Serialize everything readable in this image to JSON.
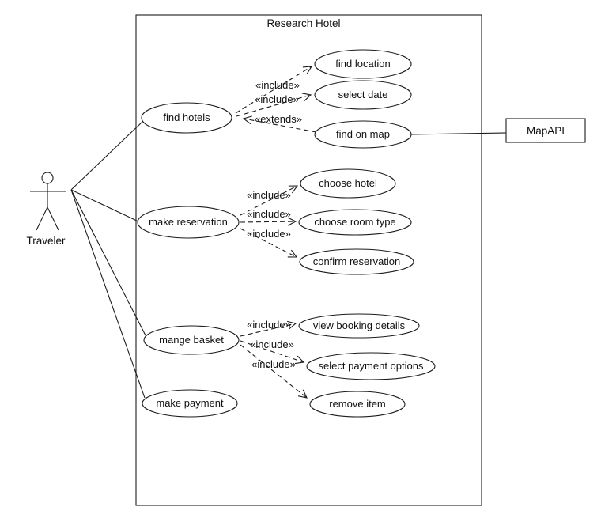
{
  "diagram": {
    "title": "Research Hotel",
    "actor": {
      "label": "Traveler"
    },
    "external_system": {
      "label": "MapAPI"
    },
    "colors": {
      "stroke": "#1c1c1c",
      "background": "#ffffff",
      "text": "#111111"
    },
    "use_cases": [
      {
        "id": "find-hotels",
        "label": "find hotels"
      },
      {
        "id": "find-location",
        "label": "find location"
      },
      {
        "id": "select-date",
        "label": "select date"
      },
      {
        "id": "find-on-map",
        "label": "find on map"
      },
      {
        "id": "make-reservation",
        "label": "make reservation"
      },
      {
        "id": "choose-hotel",
        "label": "choose hotel"
      },
      {
        "id": "choose-room-type",
        "label": "choose room type"
      },
      {
        "id": "confirm-reservation",
        "label": "confirm reservation"
      },
      {
        "id": "mange-basket",
        "label": "mange basket"
      },
      {
        "id": "make-payment",
        "label": "make payment"
      },
      {
        "id": "view-booking-details",
        "label": "view booking details"
      },
      {
        "id": "select-payment-options",
        "label": "select payment options"
      },
      {
        "id": "remove-item",
        "label": "remove item"
      }
    ],
    "relationships": [
      {
        "from": "find hotels",
        "to": "find location",
        "label": "«include»"
      },
      {
        "from": "find hotels",
        "to": "select date",
        "label": "«include»"
      },
      {
        "from": "find on map",
        "to": "find hotels",
        "label": "«extends»"
      },
      {
        "from": "make reservation",
        "to": "choose hotel",
        "label": "«include»"
      },
      {
        "from": "make reservation",
        "to": "choose room type",
        "label": "«include»"
      },
      {
        "from": "make reservation",
        "to": "confirm reservation",
        "label": "«include»"
      },
      {
        "from": "mange basket",
        "to": "view booking details",
        "label": "«include»"
      },
      {
        "from": "mange basket",
        "to": "select payment options",
        "label": "«include»"
      },
      {
        "from": "mange basket",
        "to": "remove item",
        "label": "«include»"
      },
      {
        "from": "Traveler",
        "to": "find hotels",
        "label": ""
      },
      {
        "from": "Traveler",
        "to": "make reservation",
        "label": ""
      },
      {
        "from": "Traveler",
        "to": "mange basket",
        "label": ""
      },
      {
        "from": "Traveler",
        "to": "make payment",
        "label": ""
      },
      {
        "from": "find on map",
        "to": "MapAPI",
        "label": ""
      }
    ]
  }
}
